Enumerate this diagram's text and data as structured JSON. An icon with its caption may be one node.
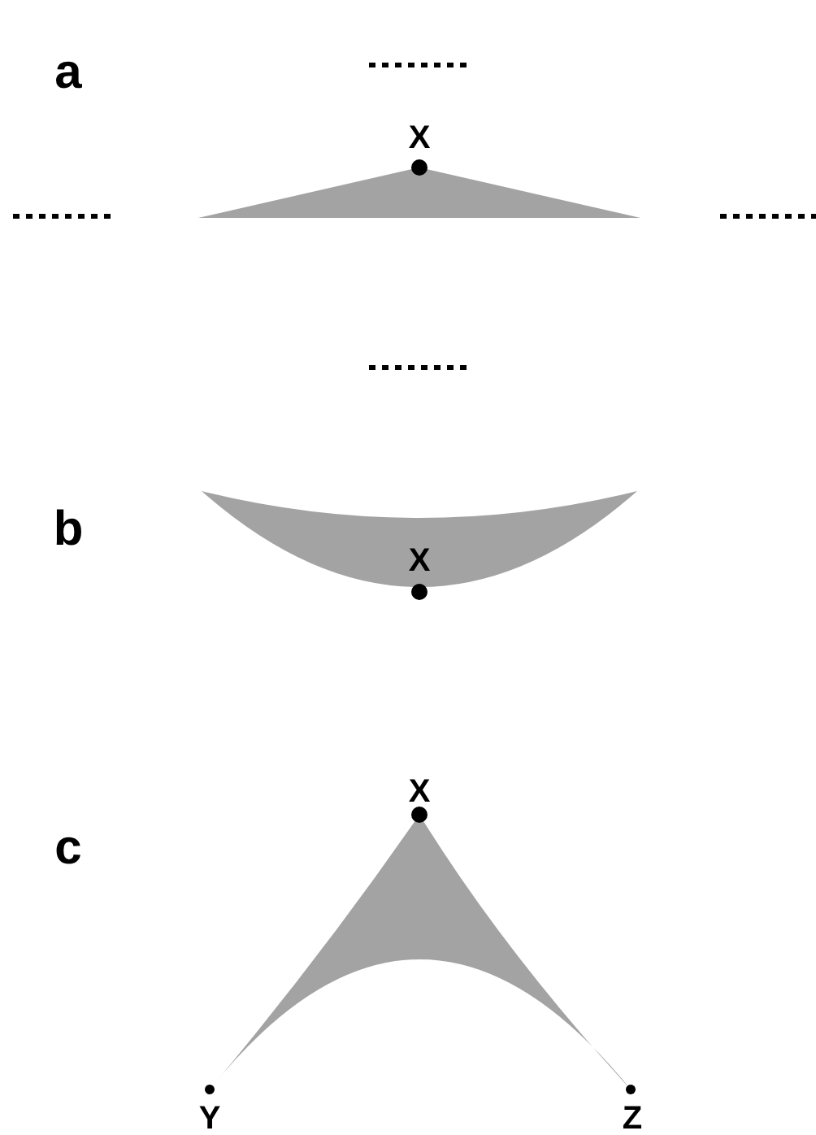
{
  "diagram": {
    "labels": [
      "a",
      "X",
      "b",
      "X",
      "c",
      "X",
      "Y",
      "Z"
    ]
  }
}
